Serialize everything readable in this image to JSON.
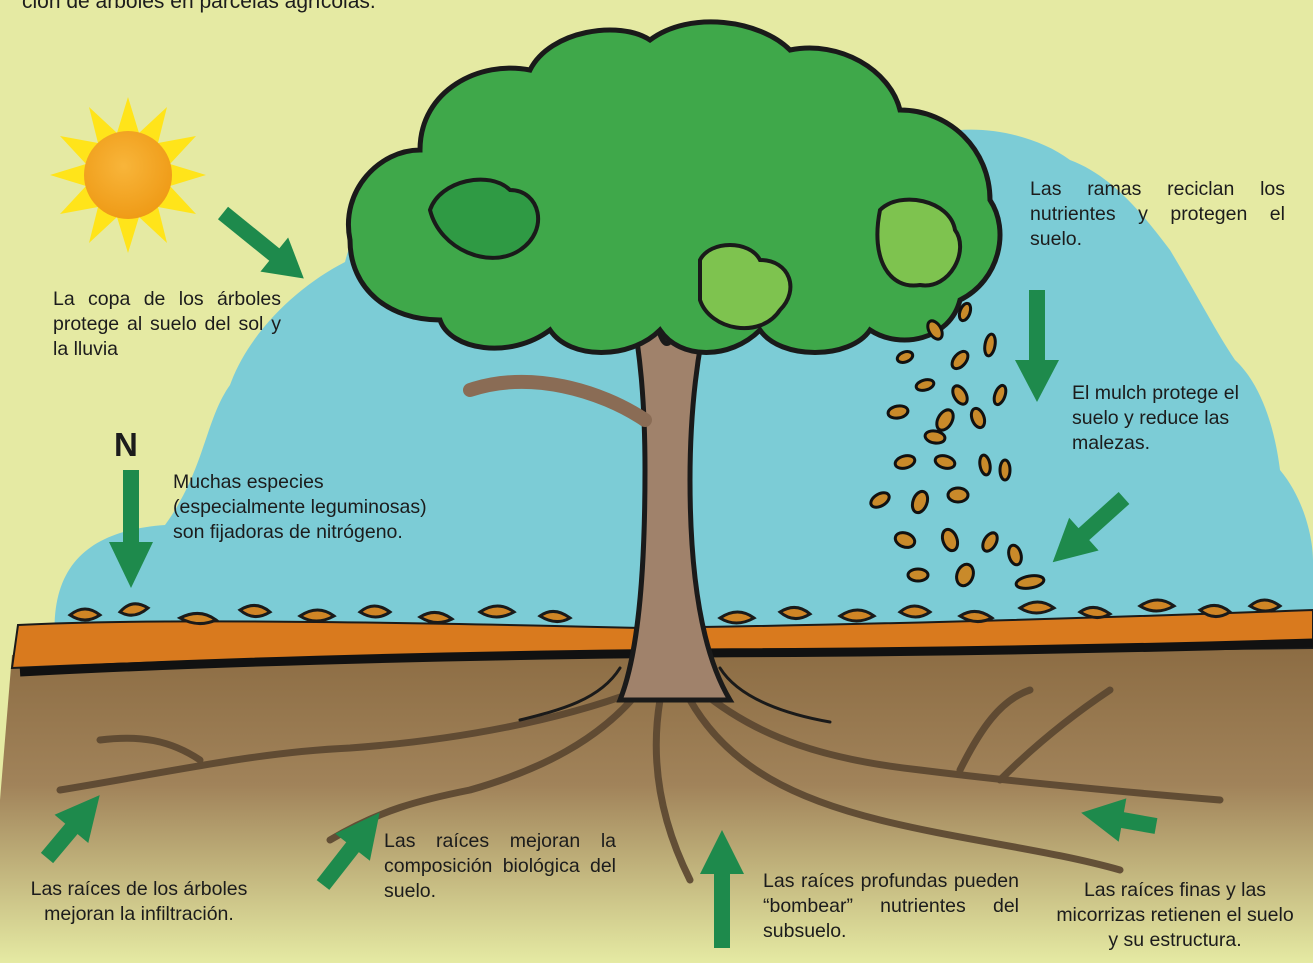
{
  "caption_top": "ción de árboles en parcelas agrícolas.",
  "nitrogen_symbol": "N",
  "labels": {
    "canopy": "La copa de los árboles protege al suelo del sol y la lluvia",
    "branches": "Las ramas reciclan los nutrientes y protegen el suelo.",
    "mulch": "El mulch protege el suelo y reduce las malezas.",
    "nitrogen": "Muchas especies (especialmente leguminosas) son fijadoras de nitrógeno.",
    "infiltration": "Las raíces de los árboles mejoran la infiltración.",
    "biological": "Las raíces mejoran la composición biológica del suelo.",
    "deep_roots": "Las raíces profundas pueden “bombear” nutrientes del subsuelo.",
    "fine_roots": "Las raíces finas y las micorrizas retienen el suelo y su estructura."
  },
  "colors": {
    "background": "#e5eaa3",
    "sky": "#7cccd6",
    "soil": "#8b6b42",
    "mulch": "#d97a1e",
    "leaves": "#3fa84a",
    "trunk": "#a0826b",
    "sun": "#f5a623",
    "sun_rays": "#ffe41a",
    "arrow": "#1e8a4c"
  }
}
